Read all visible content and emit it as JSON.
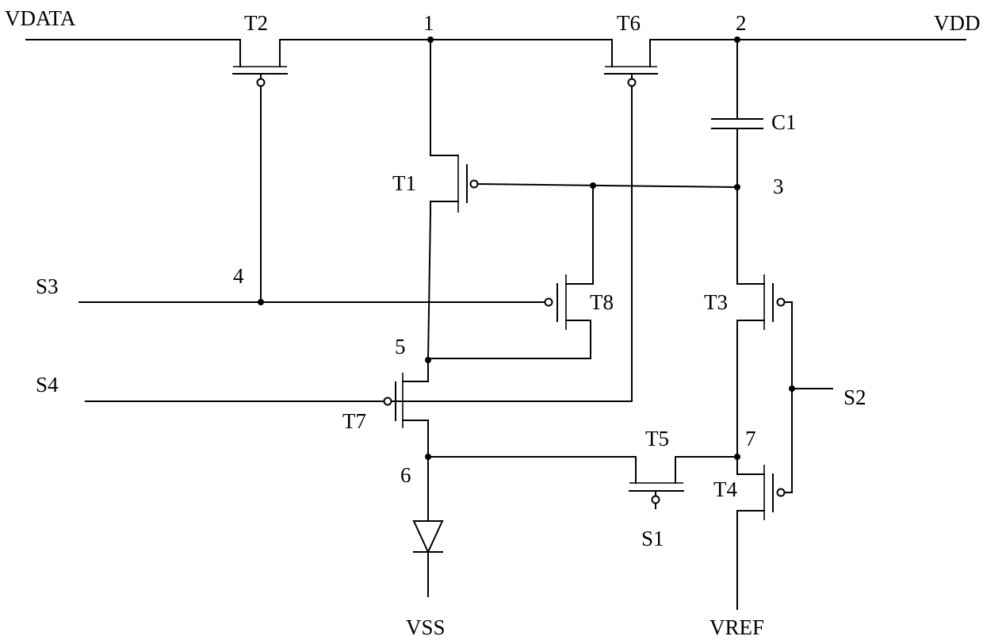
{
  "rails": {
    "vdata": "VDATA",
    "vdd": "VDD",
    "vss": "VSS",
    "vref": "VREF"
  },
  "signals": {
    "s1": "S1",
    "s2": "S2",
    "s3": "S3",
    "s4": "S4"
  },
  "transistors": {
    "t1": "T1",
    "t2": "T2",
    "t3": "T3",
    "t4": "T4",
    "t5": "T5",
    "t6": "T6",
    "t7": "T7",
    "t8": "T8"
  },
  "capacitor": {
    "c1": "C1"
  },
  "nodes": {
    "n1": "1",
    "n2": "2",
    "n3": "3",
    "n4": "4",
    "n5": "5",
    "n6": "6",
    "n7": "7"
  }
}
